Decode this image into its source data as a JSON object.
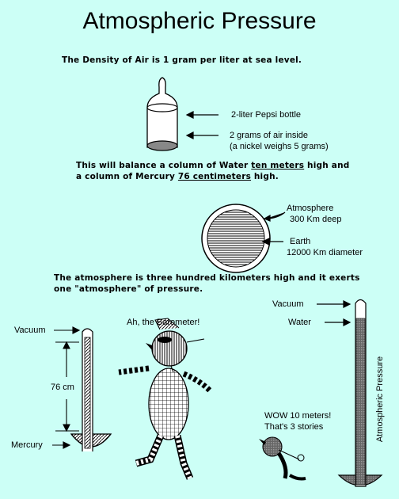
{
  "title": "Atmospheric Pressure",
  "density_statement": "The Density of Air is 1 gram per liter at sea level.",
  "bottle": {
    "label": "2-liter Pepsi bottle",
    "air_line1": "2 grams of air inside",
    "air_line2": "(a nickel weighs 5 grams)"
  },
  "balance": {
    "line1_pre": "This will balance a column of Water ",
    "line1_em": "ten meters",
    "line1_post": " high and",
    "line2_pre": "a column of Mercury ",
    "line2_em": "76 centimeters",
    "line2_post": " high."
  },
  "earth_diagram": {
    "atmosphere": "Atmosphere",
    "atmosphere_depth": "300 Km deep",
    "earth": "Earth",
    "earth_diameter": "12000 Km diameter"
  },
  "atmosphere_statement": {
    "line1": "The atmosphere is three hundred kilometers high and it exerts",
    "line2": "one \"atmosphere\" of pressure."
  },
  "barometer": {
    "vacuum": "Vacuum",
    "height": "76 cm",
    "mercury": "Mercury",
    "speech": "Ah, the Barometer!"
  },
  "water_column": {
    "vacuum": "Vacuum",
    "water": "Water",
    "label": "Atmospheric Pressure",
    "speech_line1": "WOW 10 meters!",
    "speech_line2": "That's 3 stories"
  }
}
